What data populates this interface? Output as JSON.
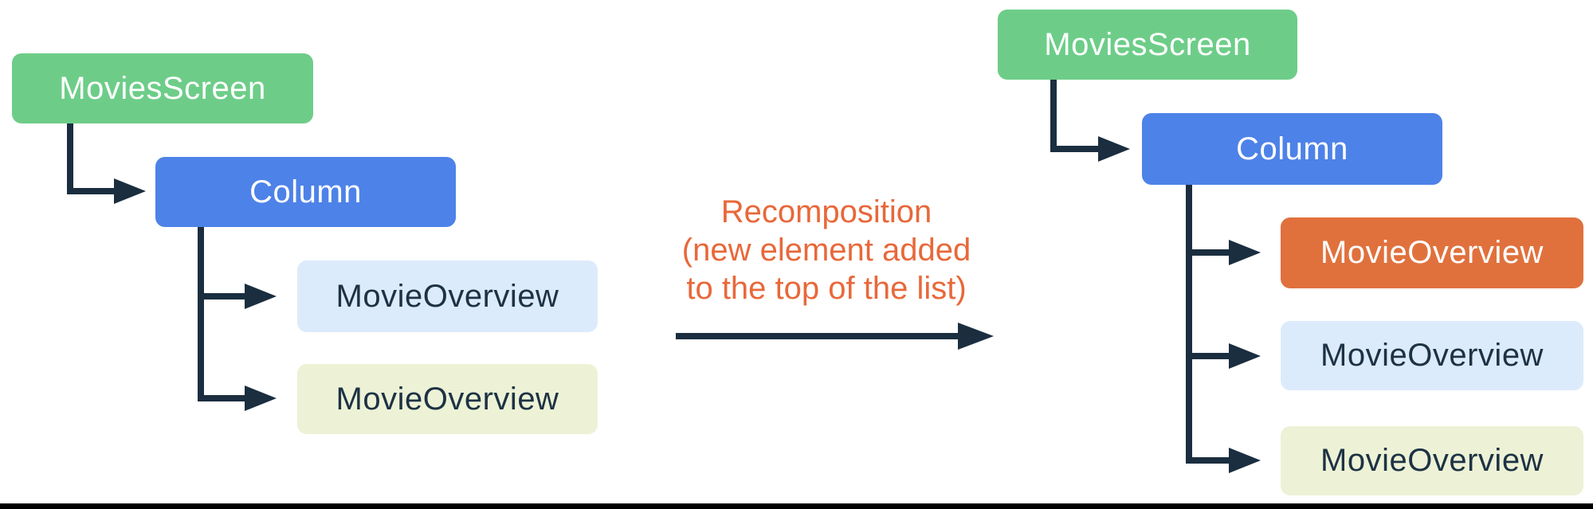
{
  "diagram": {
    "left_tree": {
      "root_label": "MoviesScreen",
      "column_label": "Column",
      "children": [
        {
          "label": "MovieOverview",
          "variant": "light-blue"
        },
        {
          "label": "MovieOverview",
          "variant": "light-yellow"
        }
      ]
    },
    "transition": {
      "line1": "Recomposition",
      "line2": "(new element added",
      "line3": "to the top of the list)"
    },
    "right_tree": {
      "root_label": "MoviesScreen",
      "column_label": "Column",
      "children": [
        {
          "label": "MovieOverview",
          "variant": "orange",
          "new_element": true
        },
        {
          "label": "MovieOverview",
          "variant": "light-blue"
        },
        {
          "label": "MovieOverview",
          "variant": "light-yellow"
        }
      ]
    },
    "colors": {
      "green": "#6dcd88",
      "blue": "#4d82e8",
      "orange": "#e0713d",
      "light_blue": "#dcebfb",
      "light_yellow": "#edf2d6",
      "connector": "#1a2e3f",
      "accent_text": "#e8683a",
      "dark_text": "#1d3244"
    }
  }
}
